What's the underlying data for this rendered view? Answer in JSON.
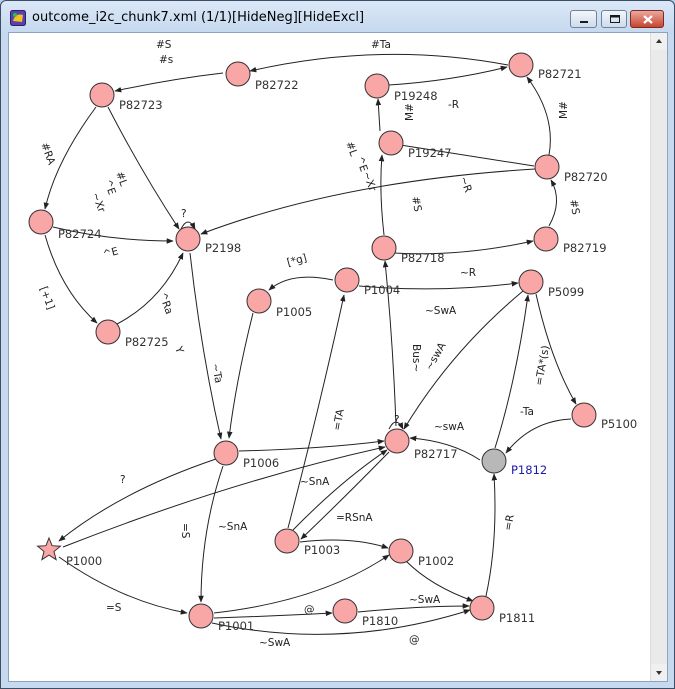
{
  "window": {
    "title": "outcome_i2c_chunk7.xml (1/1)[HideNeg][HideExcl]",
    "buttons": {
      "minimize": "minimize",
      "maximize": "maximize",
      "close": "close"
    }
  },
  "colors": {
    "node_fill": "#f9a6a6",
    "special_node_fill": "#b8b8b8",
    "special_label": "#1a1aaa",
    "edge": "#222222",
    "background": "#ffffff"
  },
  "graph": {
    "nodes": [
      {
        "id": "P82723",
        "label": "P82723"
      },
      {
        "id": "P82722",
        "label": "P82722"
      },
      {
        "id": "P82721",
        "label": "P82721"
      },
      {
        "id": "P19248",
        "label": "P19248"
      },
      {
        "id": "P19247",
        "label": "P19247"
      },
      {
        "id": "P82720",
        "label": "P82720"
      },
      {
        "id": "P82724",
        "label": "P82724"
      },
      {
        "id": "P2198",
        "label": "P2198"
      },
      {
        "id": "P82718",
        "label": "P82718"
      },
      {
        "id": "P82719",
        "label": "P82719"
      },
      {
        "id": "P82725",
        "label": "P82725"
      },
      {
        "id": "P1005",
        "label": "P1005"
      },
      {
        "id": "P1004",
        "label": "P1004"
      },
      {
        "id": "P5099",
        "label": "P5099"
      },
      {
        "id": "P5100",
        "label": "P5100"
      },
      {
        "id": "P82717",
        "label": "P82717"
      },
      {
        "id": "P1812",
        "label": "P1812"
      },
      {
        "id": "P1006",
        "label": "P1006"
      },
      {
        "id": "P1000",
        "label": "P1000"
      },
      {
        "id": "P1003",
        "label": "P1003"
      },
      {
        "id": "P1002",
        "label": "P1002"
      },
      {
        "id": "P1001",
        "label": "P1001"
      },
      {
        "id": "P1810",
        "label": "P1810"
      },
      {
        "id": "P1811",
        "label": "P1811"
      }
    ],
    "edges": [
      {
        "id": "e1",
        "label": "#Ta"
      },
      {
        "id": "e2",
        "label": "#S"
      },
      {
        "id": "e3",
        "label": "#s"
      },
      {
        "id": "e4",
        "label": "-R"
      },
      {
        "id": "e5",
        "label": "M#"
      },
      {
        "id": "e6",
        "label": "M#"
      },
      {
        "id": "e7",
        "label": "#L"
      },
      {
        "id": "e8",
        "label": "^E"
      },
      {
        "id": "e9",
        "label": "~Xr"
      },
      {
        "id": "e10",
        "label": "~R"
      },
      {
        "id": "e11",
        "label": "#RA"
      },
      {
        "id": "e12",
        "label": "#L"
      },
      {
        "id": "e13",
        "label": "^E"
      },
      {
        "id": "e14",
        "label": "~Xr"
      },
      {
        "id": "e15",
        "label": "#S"
      },
      {
        "id": "e16",
        "label": "#S"
      },
      {
        "id": "e17",
        "label": "?"
      },
      {
        "id": "e18",
        "label": "^E"
      },
      {
        "id": "e19",
        "label": "[+1]"
      },
      {
        "id": "e20",
        "label": "^Ra"
      },
      {
        "id": "e21",
        "label": "Y"
      },
      {
        "id": "e22",
        "label": "[*g]"
      },
      {
        "id": "e23",
        "label": "~R"
      },
      {
        "id": "e24",
        "label": "~SwA"
      },
      {
        "id": "e25",
        "label": "Bus~"
      },
      {
        "id": "e26",
        "label": "~swA"
      },
      {
        "id": "e27",
        "label": "~Ta"
      },
      {
        "id": "e28",
        "label": "=TA"
      },
      {
        "id": "e29",
        "label": "=TA*(s)"
      },
      {
        "id": "e30",
        "label": "-Ta"
      },
      {
        "id": "e31",
        "label": "?"
      },
      {
        "id": "e32",
        "label": "~swA"
      },
      {
        "id": "e33",
        "label": "?"
      },
      {
        "id": "e34",
        "label": "~SnA"
      },
      {
        "id": "e35",
        "label": "=S"
      },
      {
        "id": "e36",
        "label": "~SnA"
      },
      {
        "id": "e37",
        "label": "=RSnA"
      },
      {
        "id": "e38",
        "label": "=R"
      },
      {
        "id": "e39",
        "label": "=S"
      },
      {
        "id": "e40",
        "label": "@"
      },
      {
        "id": "e41",
        "label": "~SwA"
      },
      {
        "id": "e42",
        "label": "~SwA"
      },
      {
        "id": "e43",
        "label": "@"
      }
    ]
  }
}
